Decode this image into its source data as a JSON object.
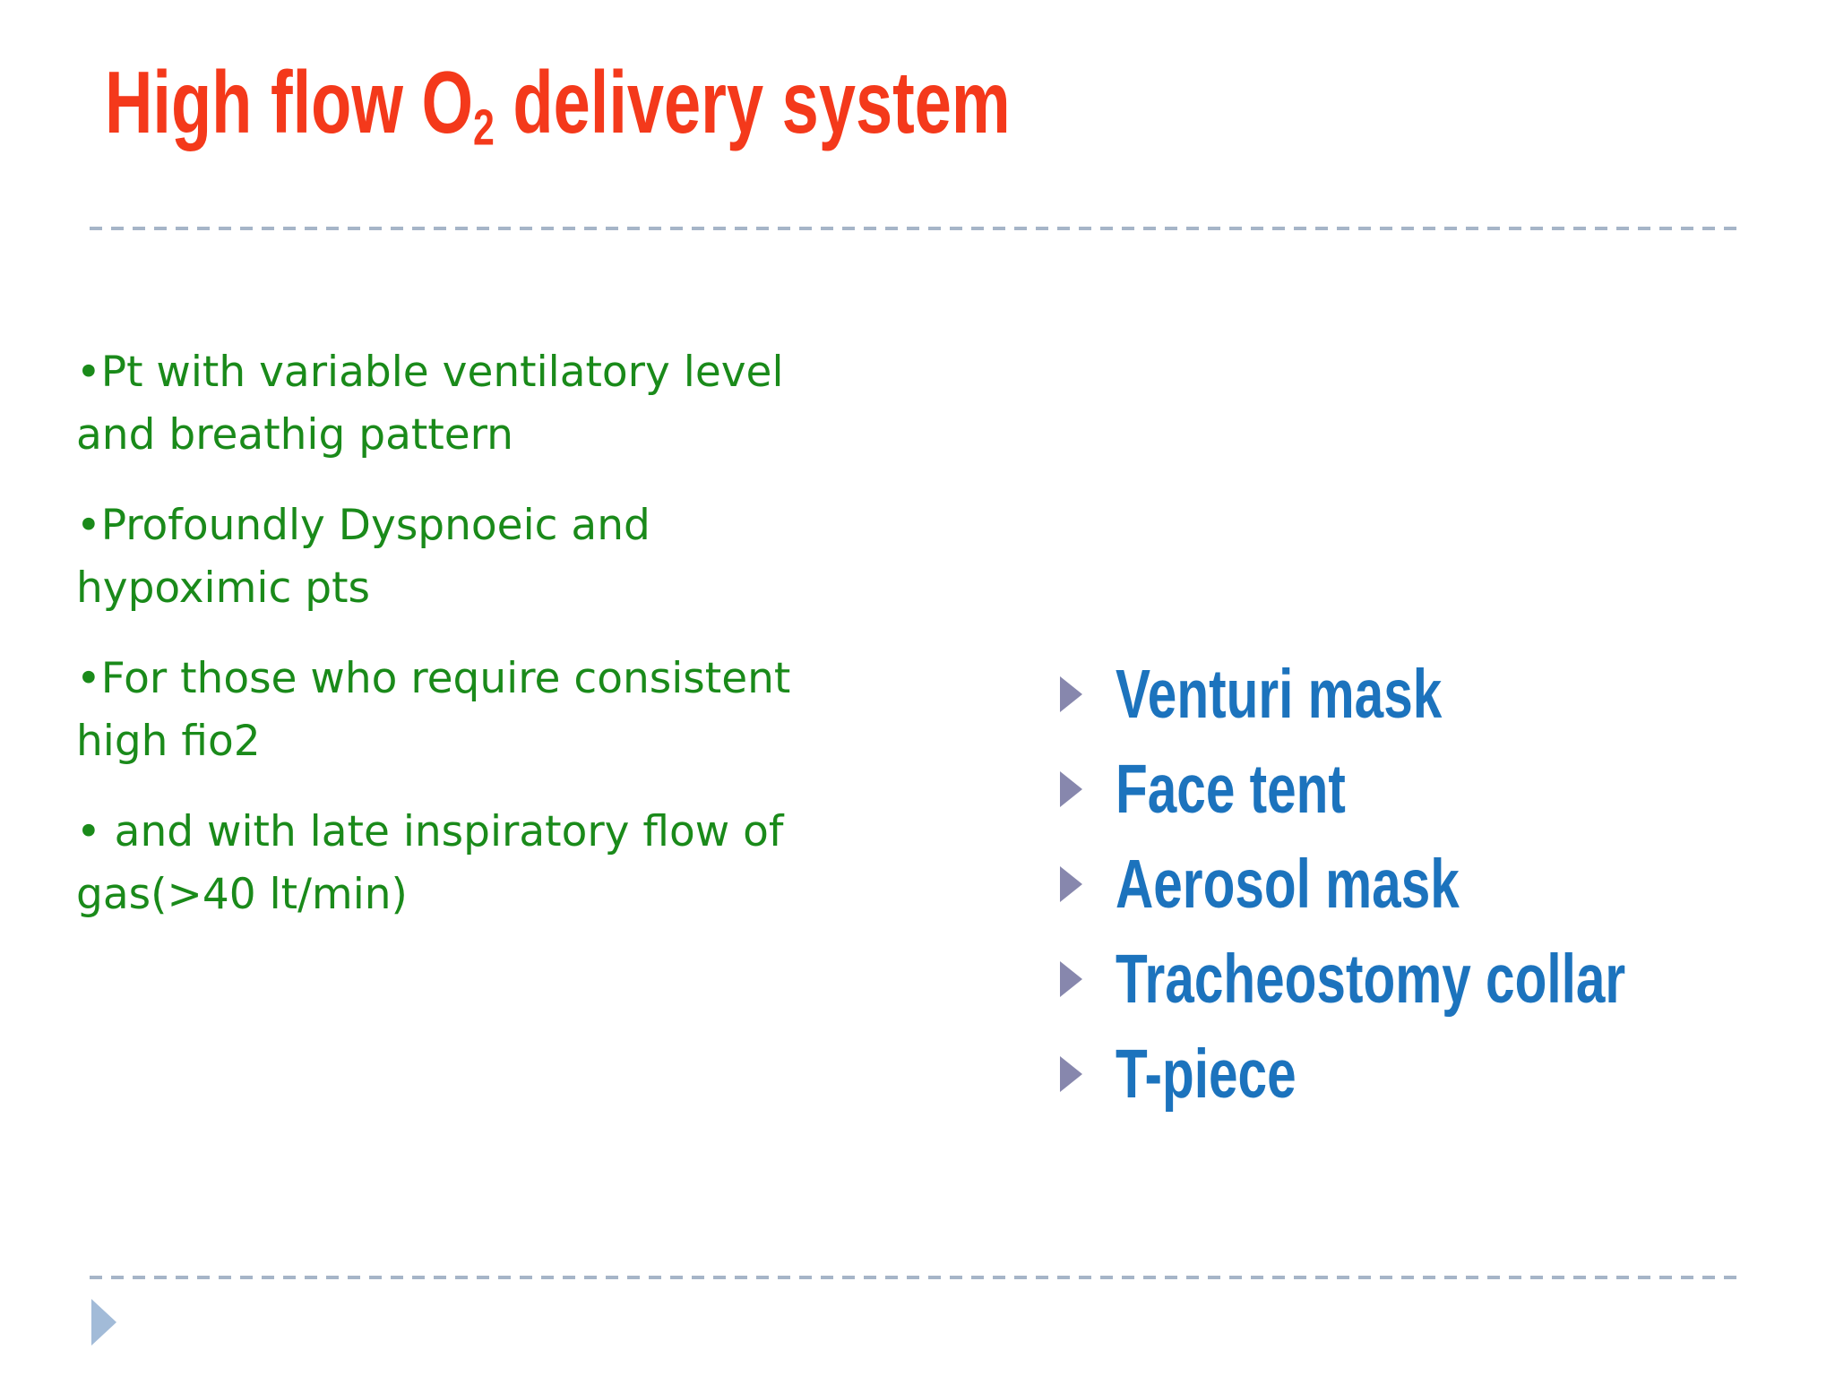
{
  "title": {
    "prefix": "High flow O",
    "subscript": "2",
    "suffix": " delivery system"
  },
  "left_bullets": [
    {
      "line1": "•Pt with variable ventilatory level",
      "line2": "and breathig pattern"
    },
    {
      "line1": "•Profoundly Dyspnoeic and",
      "line2": "hypoximic pts"
    },
    {
      "line1": "•For those who require consistent",
      "line2": "high fio2"
    },
    {
      "line1": "• and with late inspiratory flow of",
      "line2": "gas(>40 lt/min)"
    }
  ],
  "right_list": [
    {
      "label": "Venturi mask"
    },
    {
      "label": "Face tent"
    },
    {
      "label": "Aerosol mask"
    },
    {
      "label": "Tracheostomy collar"
    },
    {
      "label": "T-piece"
    }
  ],
  "icons": {
    "list_bullet": "right-triangle-icon",
    "bottom_nav": "right-triangle-icon"
  },
  "colors": {
    "title_red": "#F4391B",
    "body_green": "#1A8A1A",
    "list_blue": "#1C73BD",
    "list_bullet_slate": "#8787AD",
    "nav_triangle_blue": "#A2BBD8",
    "divider_dash": "#A6B5C8",
    "background": "#FFFFFF"
  }
}
